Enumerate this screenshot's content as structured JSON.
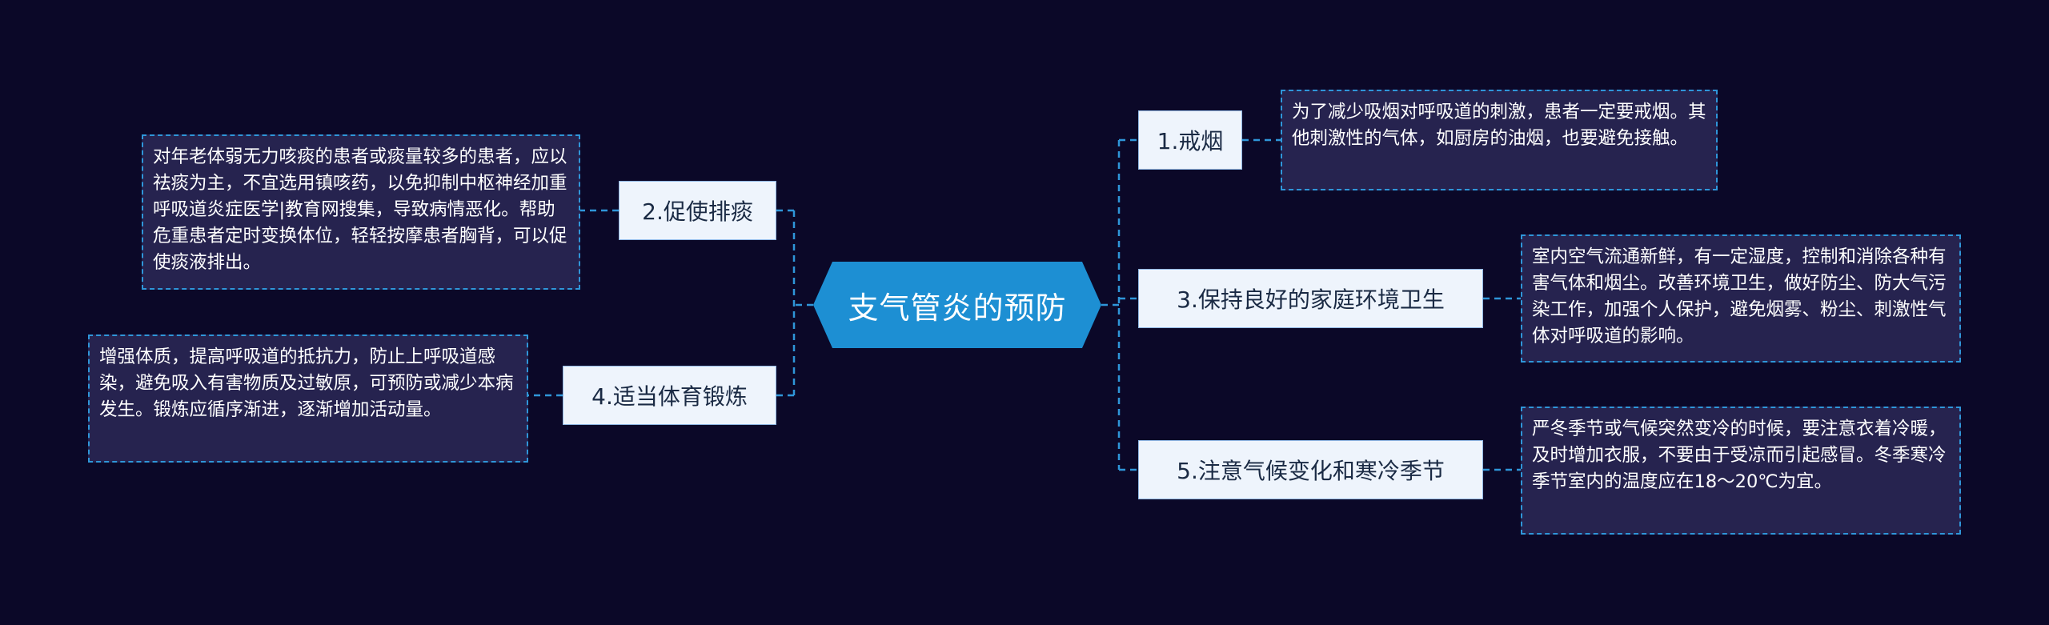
{
  "central": {
    "title": "支气管炎的预防"
  },
  "branches": [
    {
      "id": "b1",
      "label": "1.戒烟",
      "detail": "为了减少吸烟对呼吸道的刺激，患者一定要戒烟。其他刺激性的气体，如厨房的油烟，也要避免接触。"
    },
    {
      "id": "b2",
      "label": "2.促使排痰",
      "detail": "对年老体弱无力咳痰的患者或痰量较多的患者，应以祛痰为主，不宜选用镇咳药，以免抑制中枢神经加重呼吸道炎症医学|教育网搜集，导致病情恶化。帮助危重患者定时变换体位，轻轻按摩患者胸背，可以促使痰液排出。"
    },
    {
      "id": "b3",
      "label": "3.保持良好的家庭环境卫生",
      "detail": "室内空气流通新鲜，有一定湿度，控制和消除各种有害气体和烟尘。改善环境卫生，做好防尘、防大气污染工作，加强个人保护，避免烟雾、粉尘、刺激性气体对呼吸道的影响。"
    },
    {
      "id": "b4",
      "label": "4.适当体育锻炼",
      "detail": "增强体质，提高呼吸道的抵抗力，防止上呼吸道感染，避免吸入有害物质及过敏原，可预防或减少本病发生。锻炼应循序渐进，逐渐增加活动量。"
    },
    {
      "id": "b5",
      "label": "5.注意气候变化和寒冷季节",
      "detail": "严冬季节或气候突然变冷的时候，要注意衣着冷暖，及时增加衣服，不要由于受凉而引起感冒。冬季寒冷季节室内的温度应在18～20℃为宜。"
    }
  ],
  "colors": {
    "background": "#0b0828",
    "central": "#1d8fd3",
    "branch_bg": "#eef4fc",
    "leaf_bg": "#26234f",
    "connector": "#2f96d9"
  }
}
